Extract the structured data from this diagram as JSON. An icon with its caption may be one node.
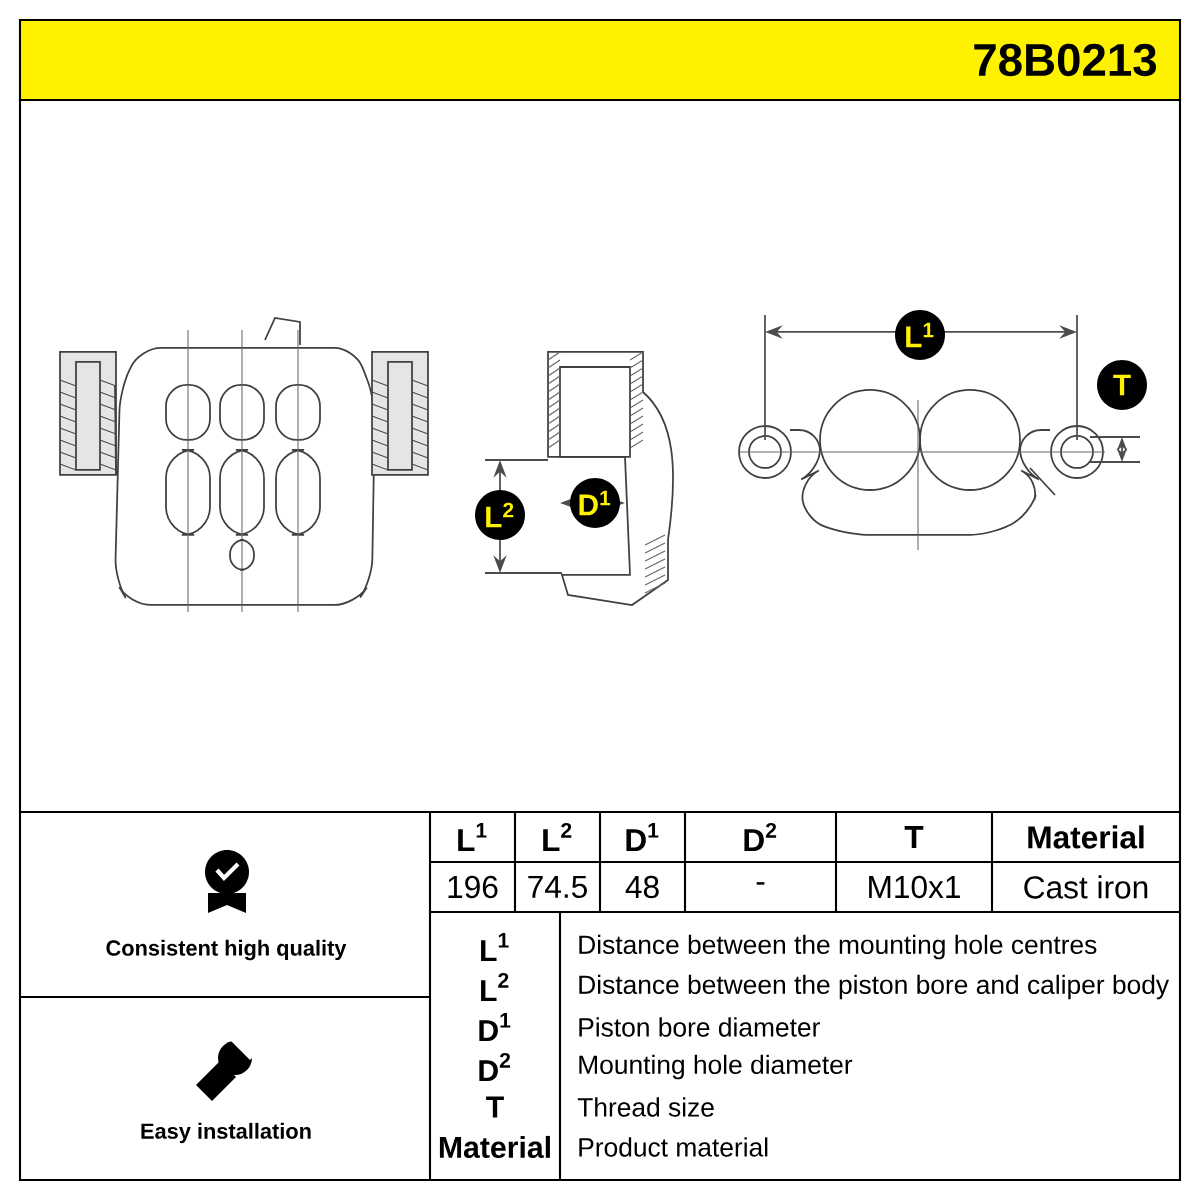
{
  "diagram": {
    "labels": [
      "78B0213",
      "L$^{1}$",
      "T",
      "L$^{2}$",
      "D$^{1}$",
      "L$^{1}$",
      "L$^{2}$",
      "D$^{1}$",
      "D$^{2}$",
      "T",
      "Material",
      "196",
      "74.5",
      "48",
      "-",
      "M10x1",
      "Cast iron",
      "Consistent high quality",
      "L$^{1}$",
      "Distance between the mounting hole centres",
      "L$^{2}$",
      "Distance between the piston bore and caliper body",
      "D$^{1}$",
      "Piston bore diameter",
      "D$^{2}$",
      "Mounting hole diameter",
      "T",
      "Thread size",
      "Material",
      "Product material",
      "Easy installation"
    ]
  }
}
